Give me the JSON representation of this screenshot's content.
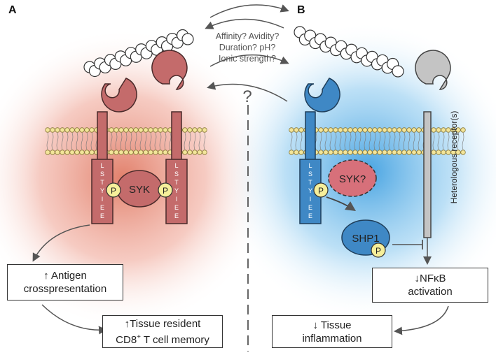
{
  "panels": {
    "a": "A",
    "b": "B"
  },
  "questions": [
    "Affinity? Avidity?",
    "Duration? pH?",
    "Ionic strength?"
  ],
  "question_mark": "?",
  "tail_letters": [
    "L",
    "S",
    "T",
    "Y",
    "I",
    "E",
    "E"
  ],
  "phospho_label": "P",
  "syk_label": "SYK",
  "syk_question_label": "SYK?",
  "shp1_label": "SHP1",
  "heterologous_label": "Heterologous receptor(s)",
  "boxes": {
    "antigen": {
      "arrow": "↑",
      "line1": "Antigen",
      "line2": "crosspresentation"
    },
    "tissue_memory": {
      "arrow": "↑",
      "line1": "Tissue resident",
      "line2_prefix": "CD8",
      "line2_sup": "+",
      "line2_suffix": " T cell memory"
    },
    "nfkb": {
      "arrow": "↓",
      "line1": "NFκB",
      "line2": "activation"
    },
    "inflammation": {
      "arrow": "↓",
      "line1": "Tissue",
      "line2": "inflammation"
    }
  },
  "colors": {
    "receptor_red": "#c46b6b",
    "receptor_blue": "#3f88c5",
    "receptor_grey": "#c4c4c4",
    "phospho_yellow": "#f6ef9a",
    "glow_red": "#e88c78",
    "glow_blue": "#5fb3ea"
  }
}
